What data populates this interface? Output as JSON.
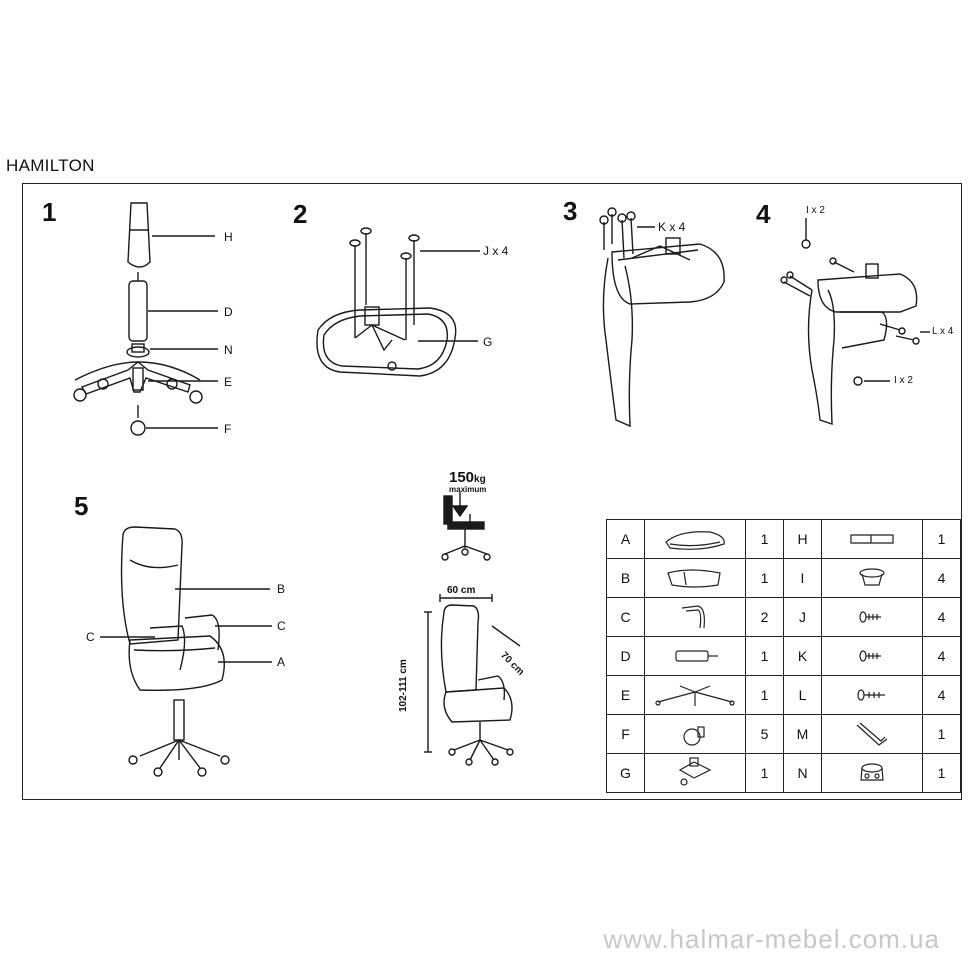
{
  "title": "HAMILTON",
  "steps": [
    "1",
    "2",
    "3",
    "4",
    "5"
  ],
  "step1_labels": {
    "h": "H",
    "d": "D",
    "n": "N",
    "e": "E",
    "f": "F"
  },
  "step2_labels": {
    "j": "J x 4",
    "g": "G"
  },
  "step3_labels": {
    "k": "K x 4"
  },
  "step4_labels": {
    "i_top": "I x 2",
    "l": "L x 4",
    "i_bottom": "I x 2"
  },
  "step5_labels": {
    "b": "B",
    "c_right": "C",
    "c_left": "C",
    "a": "A"
  },
  "capacity": {
    "weight": "150",
    "unit": "kg",
    "qualifier": "maximum"
  },
  "dimensions": {
    "width": "60 cm",
    "depth": "70 cm",
    "height": "102-111 cm"
  },
  "parts_table": [
    {
      "left": {
        "letter": "A",
        "icon": "seat-icon",
        "qty": "1"
      },
      "right": {
        "letter": "H",
        "icon": "gas-lift-cover-icon",
        "qty": "1"
      }
    },
    {
      "left": {
        "letter": "B",
        "icon": "backrest-icon",
        "qty": "1"
      },
      "right": {
        "letter": "I",
        "icon": "cap-icon",
        "qty": "4"
      }
    },
    {
      "left": {
        "letter": "C",
        "icon": "armrest-icon",
        "qty": "2"
      },
      "right": {
        "letter": "J",
        "icon": "bolt-icon",
        "qty": "4"
      }
    },
    {
      "left": {
        "letter": "D",
        "icon": "gas-lift-icon",
        "qty": "1"
      },
      "right": {
        "letter": "K",
        "icon": "bolt-icon",
        "qty": "4"
      }
    },
    {
      "left": {
        "letter": "E",
        "icon": "star-base-icon",
        "qty": "1"
      },
      "right": {
        "letter": "L",
        "icon": "long-bolt-icon",
        "qty": "4"
      }
    },
    {
      "left": {
        "letter": "F",
        "icon": "caster-icon",
        "qty": "5"
      },
      "right": {
        "letter": "M",
        "icon": "allen-key-icon",
        "qty": "1"
      }
    },
    {
      "left": {
        "letter": "G",
        "icon": "mechanism-icon",
        "qty": "1"
      },
      "right": {
        "letter": "N",
        "icon": "ring-icon",
        "qty": "1"
      }
    }
  ],
  "watermark": "www.halmar-mebel.com.ua"
}
